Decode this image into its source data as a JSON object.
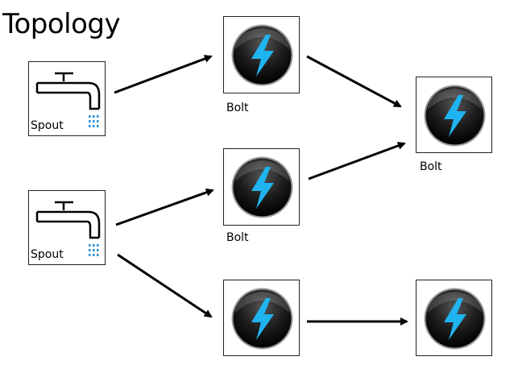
{
  "title": "Topology",
  "nodes": {
    "spout1": {
      "label": "Spout",
      "icon": "faucet-icon"
    },
    "spout2": {
      "label": "Spout",
      "icon": "faucet-icon"
    },
    "bolt1": {
      "label": "Bolt",
      "icon": "lightning-bolt-icon"
    },
    "bolt2": {
      "label": "Bolt",
      "icon": "lightning-bolt-icon"
    },
    "bolt3": {
      "label": "",
      "icon": "lightning-bolt-icon"
    },
    "bolt4": {
      "label": "Bolt",
      "icon": "lightning-bolt-icon"
    },
    "bolt5": {
      "label": "",
      "icon": "lightning-bolt-icon"
    }
  },
  "edges": [
    {
      "from": "spout1",
      "to": "bolt1"
    },
    {
      "from": "bolt1",
      "to": "bolt4"
    },
    {
      "from": "spout2",
      "to": "bolt2"
    },
    {
      "from": "bolt2",
      "to": "bolt4"
    },
    {
      "from": "spout2",
      "to": "bolt3"
    },
    {
      "from": "bolt3",
      "to": "bolt5"
    }
  ],
  "colors": {
    "bolt_accent": "#1fb4f0",
    "bolt_circle": "#1c1c1c",
    "water_drops": "#2a8fd8"
  }
}
